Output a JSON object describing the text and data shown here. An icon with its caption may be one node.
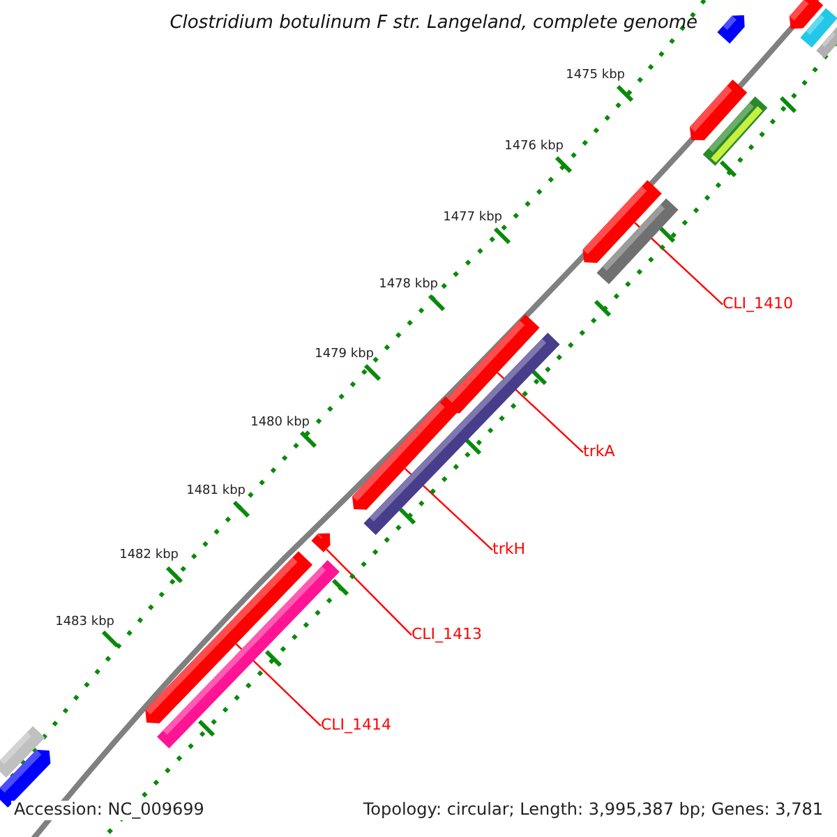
{
  "diagram": {
    "title": "Clostridium botulinum F str. Langeland, complete genome",
    "nodes": [
      {
        "text": [
          "CLI_1410"
        ]
      },
      {
        "text": [
          "trkA"
        ]
      },
      {
        "text": [
          "trkH"
        ]
      },
      {
        "text": [
          "CLI_1413"
        ]
      },
      {
        "text": [
          "CLI_1414"
        ]
      },
      {
        "text": [],
        "shape": "bar"
      },
      {
        "text": [],
        "shape": "bar"
      },
      {
        "text": [],
        "shape": "bar"
      },
      {
        "text": [],
        "shape": "bar"
      },
      {
        "text": [],
        "shape": "bar"
      }
    ],
    "edges": [
      {
        "from": 0,
        "to": 5,
        "arrow": "none"
      },
      {
        "from": 1,
        "to": 6,
        "arrow": "none"
      },
      {
        "from": 2,
        "to": 7,
        "arrow": "none"
      },
      {
        "from": 3,
        "to": 8,
        "arrow": "none"
      },
      {
        "from": 4,
        "to": 9,
        "arrow": "none"
      }
    ],
    "labels": [
      "1475 kbp",
      "1476 kbp",
      "1477 kbp",
      "1478 kbp",
      "1479 kbp",
      "1480 kbp",
      "1481 kbp",
      "1482 kbp",
      "1483 kbp",
      "Accession: NC_009699",
      "Topology: circular; Length: 3,995,387 bp; Genes: 3,781"
    ]
  }
}
